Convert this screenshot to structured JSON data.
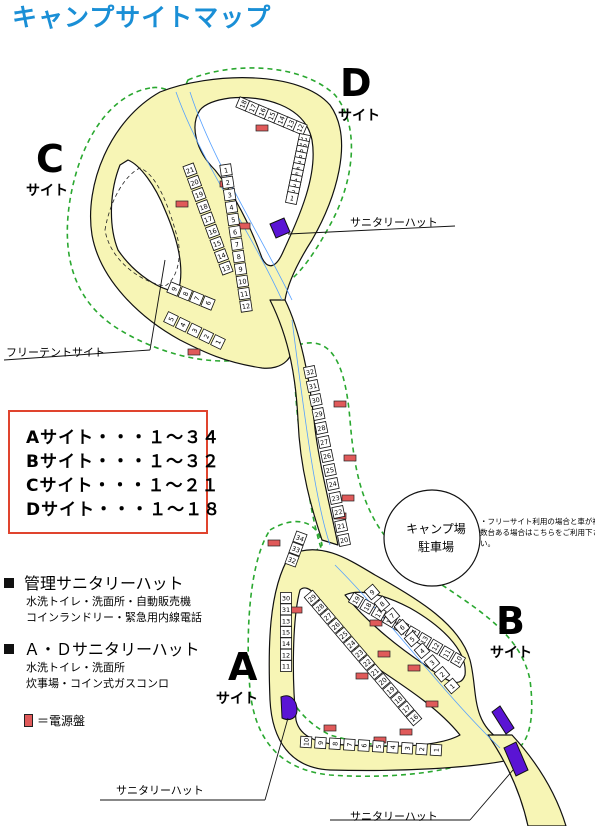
{
  "title": "キャンプサイトマップ",
  "legend": [
    "Aサイト・・・１～３４",
    "Bサイト・・・１～３２",
    "Cサイト・・・１～２１",
    "Dサイト・・・１～１８"
  ],
  "facilities": [
    {
      "heading": "管理サニタリーハット",
      "lines": [
        "水洗トイレ・洗面所・自動販売機",
        "コインランドリー・緊急用内線電話"
      ]
    },
    {
      "heading": "Ａ・Ｄサニタリーハット",
      "lines": [
        "水洗トイレ・洗面所",
        "炊事場・コイン式ガスコンロ"
      ]
    }
  ],
  "power_key": "＝電源盤",
  "zones": {
    "A": {
      "letter": "A",
      "sub": "サイト"
    },
    "B": {
      "letter": "B",
      "sub": "サイト"
    },
    "C": {
      "letter": "C",
      "sub": "サイト"
    },
    "D": {
      "letter": "D",
      "sub": "サイト"
    }
  },
  "labels": {
    "sanitary_d": "サニタリーハット",
    "sanitary_a": "サニタリーハット",
    "sanitary_b": "サニタリーハット",
    "free_tent": "フリーテントサイト",
    "parking": [
      "キャンプ場",
      "駐車場"
    ]
  },
  "note": "・フリーサイト利用の場合と車が複数台ある場合はこちらをご利用下さい。",
  "colors": {
    "road": "#f7f5b5",
    "road_edge": "#111111",
    "boundary": "#2aa830",
    "title": "#1a8fd6",
    "hut": "#5a14d4",
    "power": "#e05a5a",
    "legend_border": "#e0442e"
  },
  "sites": {
    "D": [
      "18",
      "17",
      "16",
      "15",
      "14",
      "13",
      "12",
      "11",
      "10",
      "9",
      "8",
      "7",
      "6",
      "5",
      "4",
      "3",
      "2",
      "1"
    ],
    "C_left": [
      "21",
      "20",
      "19",
      "18",
      "17",
      "16",
      "15",
      "14",
      "13"
    ],
    "C_right": [
      "1",
      "2",
      "3",
      "4",
      "5",
      "6",
      "7",
      "8",
      "9",
      "10",
      "11",
      "12"
    ],
    "C_mid": [
      "9",
      "8",
      "7",
      "6"
    ],
    "C_bottom": [
      "5",
      "4",
      "3",
      "2",
      "1"
    ],
    "B_vertical": [
      "32",
      "31",
      "30",
      "29",
      "28",
      "27",
      "26",
      "25",
      "24",
      "23",
      "22",
      "21",
      "20"
    ],
    "B_curve": [
      "19",
      "18",
      "17",
      "16",
      "15",
      "14",
      "13",
      "12",
      "11",
      "10"
    ],
    "B_inner": [
      "9",
      "8",
      "7",
      "6",
      "5",
      "4",
      "3",
      "2",
      "1"
    ],
    "A_left": [
      "34",
      "33",
      "32"
    ],
    "A_col": [
      "30",
      "31",
      "13",
      "15",
      "14",
      "12",
      "11"
    ],
    "A_inner": [
      "29",
      "28",
      "27",
      "26",
      "25",
      "24",
      "23",
      "22",
      "21",
      "20",
      "19",
      "18",
      "17",
      "16"
    ],
    "A_bottom": [
      "10",
      "9",
      "8",
      "7",
      "6",
      "5",
      "4",
      "3",
      "2",
      "1"
    ]
  }
}
